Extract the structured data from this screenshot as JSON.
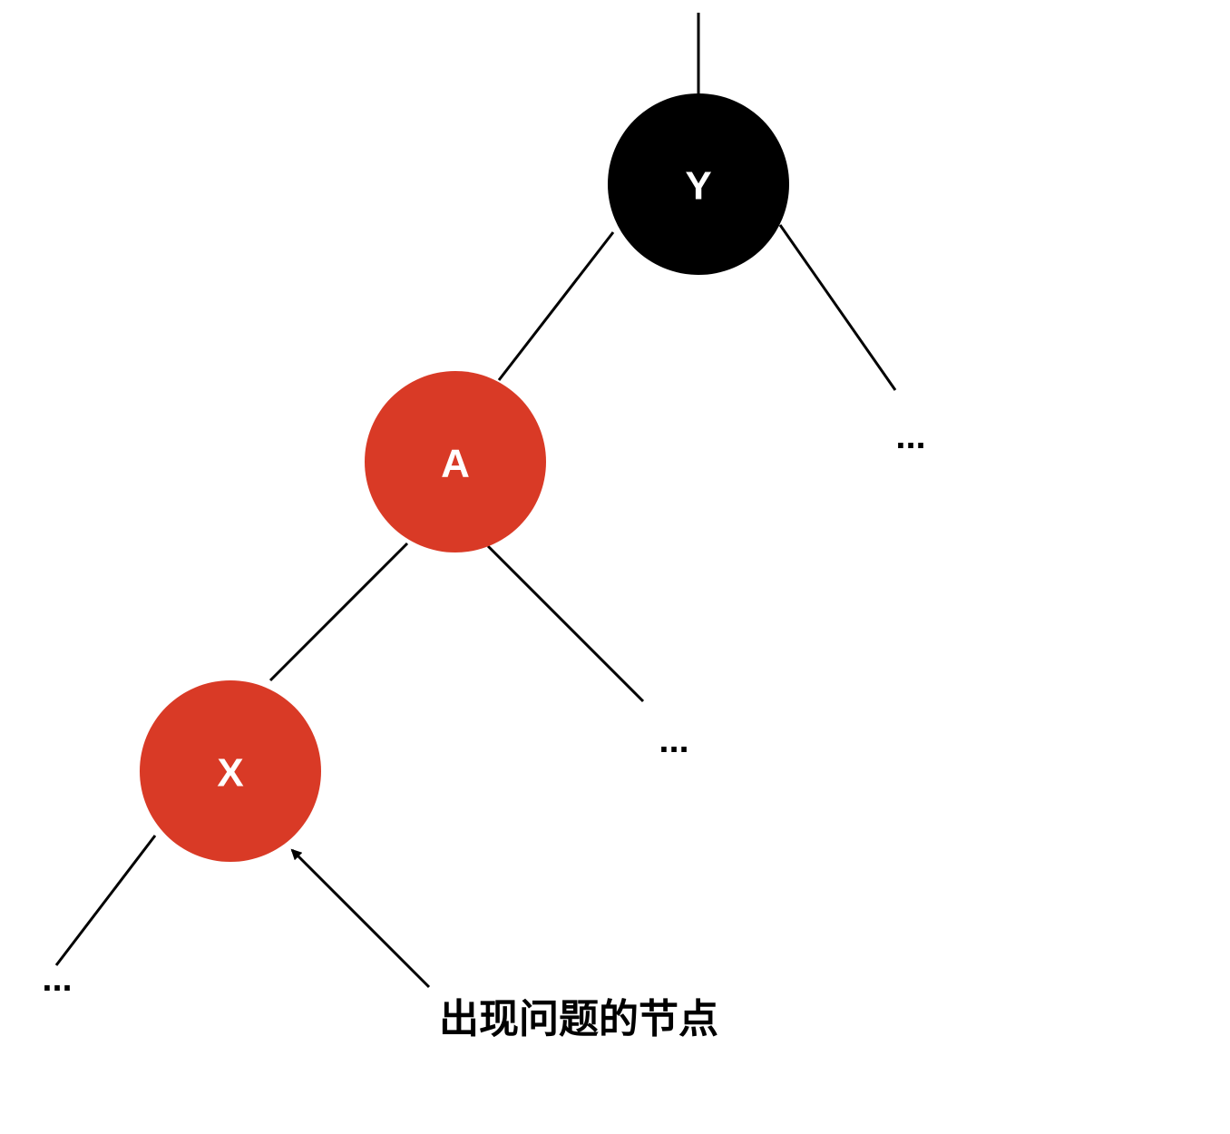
{
  "colors": {
    "black_node": "#000000",
    "red_node": "#d93a26",
    "label": "#ffffff",
    "line": "#000000"
  },
  "nodes": {
    "y": {
      "label": "Y",
      "color": "black"
    },
    "a": {
      "label": "A",
      "color": "red"
    },
    "x": {
      "label": "X",
      "color": "red"
    }
  },
  "ellipses": {
    "y_right": "...",
    "a_right": "...",
    "x_left": "..."
  },
  "annotation": {
    "text": "出现问题的节点",
    "target": "X"
  }
}
